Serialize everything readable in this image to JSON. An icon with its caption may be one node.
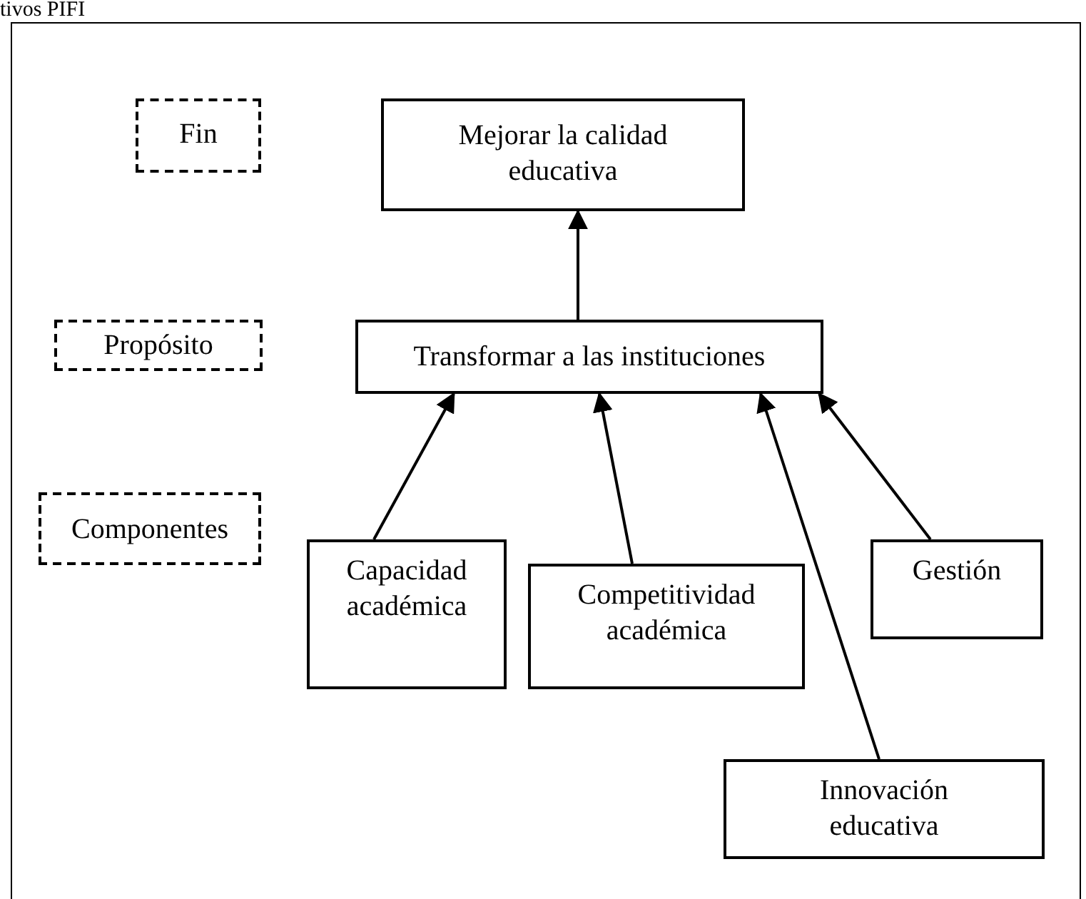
{
  "diagram": {
    "nodes": [
      {
        "text": [
          "Fin"
        ]
      },
      {
        "text": [
          "Mejorar la calidad educativa"
        ]
      },
      {
        "text": [
          "Propósito"
        ]
      },
      {
        "text": [
          "Transformar a las instituciones"
        ]
      },
      {
        "text": [
          "Componentes"
        ]
      },
      {
        "text": [
          "Capacidad académica"
        ]
      },
      {
        "text": [
          "Competitividad académica"
        ]
      },
      {
        "text": [
          "Gestión"
        ]
      },
      {
        "text": [
          "Innovación educativa"
        ]
      }
    ],
    "edges": [
      {
        "from": 3,
        "to": 1,
        "arrow": "to"
      },
      {
        "from": 5,
        "to": 3,
        "arrow": "to"
      },
      {
        "from": 6,
        "to": 3,
        "arrow": "to"
      },
      {
        "from": 8,
        "to": 3,
        "arrow": "to"
      },
      {
        "from": 7,
        "to": 3,
        "arrow": "to"
      }
    ],
    "labels": [
      "tivos PIFI"
    ]
  }
}
